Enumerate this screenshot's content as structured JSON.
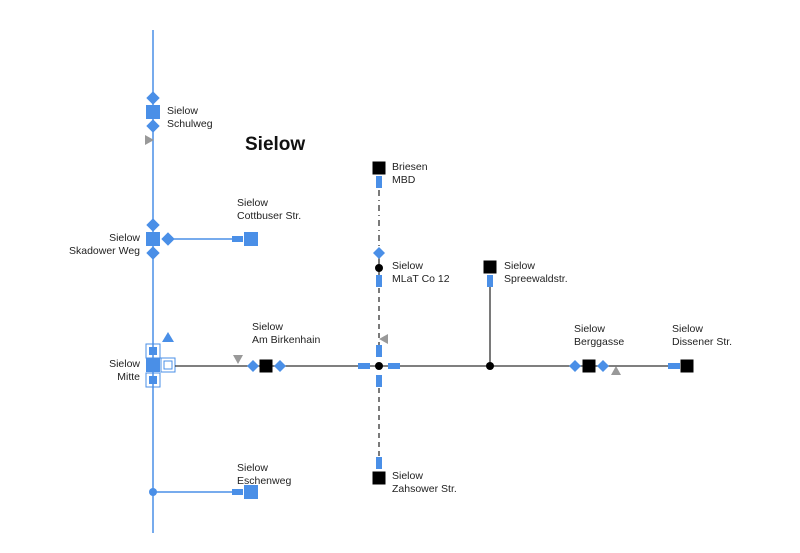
{
  "title": "Sielow",
  "colors": {
    "feeder": "#4a8fe7",
    "line": "#333333",
    "node": "#000000",
    "marker": "#999999"
  },
  "stations": {
    "schulweg": [
      "Sielow",
      "Schulweg"
    ],
    "cottbuser": [
      "Sielow",
      "Cottbuser Str."
    ],
    "skadower": [
      "Sielow",
      "Skadower Weg"
    ],
    "mitte": [
      "Sielow",
      "Mitte"
    ],
    "birkenhain": [
      "Sielow",
      "Am Birkenhain"
    ],
    "eschenweg": [
      "Sielow",
      "Eschenweg"
    ],
    "briesen": [
      "Briesen",
      "MBD"
    ],
    "mlat": [
      "Sielow",
      "MLaT Co 12"
    ],
    "spreewald": [
      "Sielow",
      "Spreewaldstr."
    ],
    "zahsower": [
      "Sielow",
      "Zahsower Str."
    ],
    "berggasse": [
      "Sielow",
      "Berggasse"
    ],
    "dissener": [
      "Sielow",
      "Dissener Str."
    ]
  }
}
